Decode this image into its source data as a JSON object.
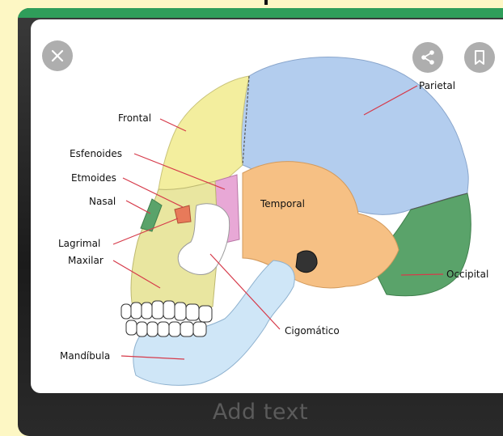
{
  "card": {
    "labels": {
      "frontal": "Frontal",
      "parietal": "Parietal",
      "esfenoides": "Esfenoides",
      "etmoides": "Etmoides",
      "nasal": "Nasal",
      "temporal": "Temporal",
      "lagrimal": "Lagrimal",
      "maxilar": "Maxilar",
      "occipital": "Occipital",
      "cigomatico": "Cigomático",
      "mandibula": "Mandíbula"
    }
  },
  "caption": {
    "placeholder": "Add text"
  },
  "icons": {
    "close": "close-icon",
    "share": "share-icon",
    "bookmark": "bookmark-icon"
  },
  "colors": {
    "frontal": "#f3ee9e",
    "parietal": "#b3cdee",
    "temporal": "#f6c084",
    "occipital": "#5aa36a",
    "esfenoides": "#e8a8d6",
    "maxilar": "#e9e6a0",
    "mandibula": "#cfe6f7",
    "accent_green": "#2f9e5a",
    "leader_line": "#d63a4a"
  }
}
